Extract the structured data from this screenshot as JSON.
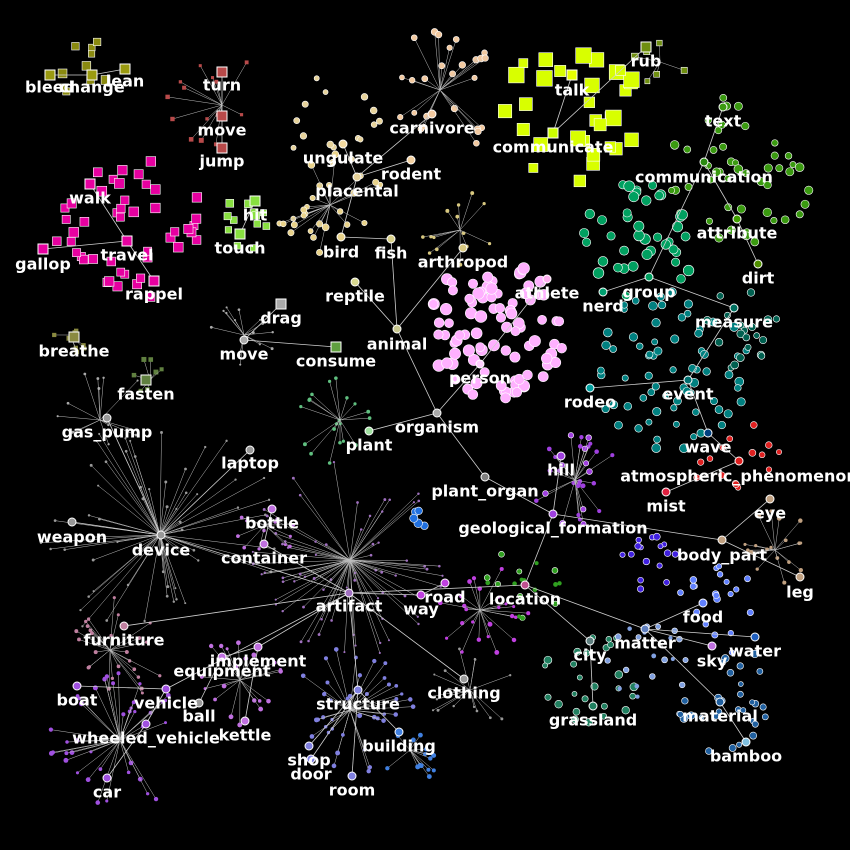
{
  "graph": {
    "background": "#000000",
    "edge_color": "#cfcfcf",
    "nodes": [
      {
        "id": "bleed",
        "label": "bleed",
        "shape": "square",
        "color": "#9a9a10"
      },
      {
        "id": "change",
        "label": "change",
        "shape": "square",
        "color": "#9a9a10"
      },
      {
        "id": "lean",
        "label": "lean",
        "shape": "square",
        "color": "#9a9a10"
      },
      {
        "id": "turn",
        "label": "turn",
        "shape": "square",
        "color": "#b84a4a"
      },
      {
        "id": "move_v",
        "label": "move",
        "shape": "square",
        "color": "#b84a4a"
      },
      {
        "id": "jump",
        "label": "jump",
        "shape": "square",
        "color": "#b84a4a"
      },
      {
        "id": "talk",
        "label": "talk",
        "shape": "square",
        "color": "#e6ff00"
      },
      {
        "id": "rub",
        "label": "rub",
        "shape": "square",
        "color": "#6f8f10"
      },
      {
        "id": "communicate",
        "label": "communicate",
        "shape": "square",
        "color": "#ccff00"
      },
      {
        "id": "carnivore",
        "label": "carnivore",
        "shape": "circle",
        "color": "#f2c9a0"
      },
      {
        "id": "ungulate",
        "label": "ungulate",
        "shape": "circle",
        "color": "#f2d9a0"
      },
      {
        "id": "rodent",
        "label": "rodent",
        "shape": "circle",
        "color": "#f2d0a0"
      },
      {
        "id": "placental",
        "label": "placental",
        "shape": "circle",
        "color": "#e6d29a"
      },
      {
        "id": "text",
        "label": "text",
        "shape": "circle",
        "color": "#3a9a10"
      },
      {
        "id": "communication",
        "label": "communication",
        "shape": "circle",
        "color": "#2a8a10"
      },
      {
        "id": "walk",
        "label": "walk",
        "shape": "square",
        "color": "#e600a0"
      },
      {
        "id": "travel",
        "label": "travel",
        "shape": "square",
        "color": "#e600a0"
      },
      {
        "id": "gallop",
        "label": "gallop",
        "shape": "square",
        "color": "#e600a0"
      },
      {
        "id": "rappel",
        "label": "rappel",
        "shape": "square",
        "color": "#e600a0"
      },
      {
        "id": "hit",
        "label": "hit",
        "shape": "square",
        "color": "#88e040"
      },
      {
        "id": "touch",
        "label": "touch",
        "shape": "square",
        "color": "#88e040"
      },
      {
        "id": "bird",
        "label": "bird",
        "shape": "circle",
        "color": "#e8d28a"
      },
      {
        "id": "fish",
        "label": "fish",
        "shape": "circle",
        "color": "#d8d08a"
      },
      {
        "id": "arthropod",
        "label": "arthropod",
        "shape": "circle",
        "color": "#d8c880"
      },
      {
        "id": "reptile",
        "label": "reptile",
        "shape": "circle",
        "color": "#d8d890"
      },
      {
        "id": "athlete",
        "label": "athlete",
        "shape": "circle",
        "color": "#ffb0f0"
      },
      {
        "id": "attribute",
        "label": "attribute",
        "shape": "circle",
        "color": "#40a000"
      },
      {
        "id": "dirt",
        "label": "dirt",
        "shape": "circle",
        "color": "#509000"
      },
      {
        "id": "group",
        "label": "group",
        "shape": "circle",
        "color": "#00a060"
      },
      {
        "id": "nerd",
        "label": "nerd",
        "shape": "circle",
        "color": "#00a070"
      },
      {
        "id": "measure",
        "label": "measure",
        "shape": "circle",
        "color": "#007060"
      },
      {
        "id": "drag",
        "label": "drag",
        "shape": "square",
        "color": "#aaaaaa"
      },
      {
        "id": "breathe",
        "label": "breathe",
        "shape": "square",
        "color": "#8a8a40"
      },
      {
        "id": "move_n",
        "label": "move",
        "shape": "circle",
        "color": "#aaaaaa"
      },
      {
        "id": "consume",
        "label": "consume",
        "shape": "square",
        "color": "#60a040"
      },
      {
        "id": "animal",
        "label": "animal",
        "shape": "circle",
        "color": "#c8c890"
      },
      {
        "id": "person",
        "label": "person",
        "shape": "circle",
        "color": "#ffd0ff"
      },
      {
        "id": "fasten",
        "label": "fasten",
        "shape": "square",
        "color": "#608040"
      },
      {
        "id": "rodeo",
        "label": "rodeo",
        "shape": "circle",
        "color": "#00a0a0"
      },
      {
        "id": "event",
        "label": "event",
        "shape": "circle",
        "color": "#007070"
      },
      {
        "id": "gas_pump",
        "label": "gas_pump",
        "shape": "circle",
        "color": "#999999"
      },
      {
        "id": "organism",
        "label": "organism",
        "shape": "circle",
        "color": "#aaaaaa"
      },
      {
        "id": "plant",
        "label": "plant",
        "shape": "circle",
        "color": "#a0e0a0"
      },
      {
        "id": "wave",
        "label": "wave",
        "shape": "circle",
        "color": "#004080"
      },
      {
        "id": "laptop",
        "label": "laptop",
        "shape": "circle",
        "color": "#999999"
      },
      {
        "id": "hill",
        "label": "hill",
        "shape": "circle",
        "color": "#a040e0"
      },
      {
        "id": "atmospheric",
        "label": "atmospheric_phenomenon",
        "shape": "circle",
        "color": "#e02020"
      },
      {
        "id": "plant_organ",
        "label": "plant_organ",
        "shape": "circle",
        "color": "#808080"
      },
      {
        "id": "mist",
        "label": "mist",
        "shape": "circle",
        "color": "#e02040"
      },
      {
        "id": "bottle",
        "label": "bottle",
        "shape": "circle",
        "color": "#c070e0"
      },
      {
        "id": "eye",
        "label": "eye",
        "shape": "circle",
        "color": "#c0a080"
      },
      {
        "id": "geological",
        "label": "geological_formation",
        "shape": "circle",
        "color": "#a040e0"
      },
      {
        "id": "weapon",
        "label": "weapon",
        "shape": "circle",
        "color": "#999999"
      },
      {
        "id": "device",
        "label": "device",
        "shape": "circle",
        "color": "#999999"
      },
      {
        "id": "container",
        "label": "container",
        "shape": "circle",
        "color": "#c070e0"
      },
      {
        "id": "body_part",
        "label": "body_part",
        "shape": "circle",
        "color": "#c0a080"
      },
      {
        "id": "leg",
        "label": "leg",
        "shape": "circle",
        "color": "#c0a080"
      },
      {
        "id": "road",
        "label": "road",
        "shape": "circle",
        "color": "#c040e0"
      },
      {
        "id": "location",
        "label": "location",
        "shape": "circle",
        "color": "#c05090"
      },
      {
        "id": "artifact",
        "label": "artifact",
        "shape": "circle",
        "color": "#a070c0"
      },
      {
        "id": "way",
        "label": "way",
        "shape": "circle",
        "color": "#c040e0"
      },
      {
        "id": "food",
        "label": "food",
        "shape": "circle",
        "color": "#6080ff"
      },
      {
        "id": "furniture",
        "label": "furniture",
        "shape": "circle",
        "color": "#c080a0"
      },
      {
        "id": "matter",
        "label": "matter",
        "shape": "circle",
        "color": "#6080c0"
      },
      {
        "id": "city",
        "label": "city",
        "shape": "circle",
        "color": "#608080"
      },
      {
        "id": "sky",
        "label": "sky",
        "shape": "circle",
        "color": "#c070e0"
      },
      {
        "id": "water",
        "label": "water",
        "shape": "circle",
        "color": "#2060c0"
      },
      {
        "id": "implement",
        "label": "implement",
        "shape": "circle",
        "color": "#c070e0"
      },
      {
        "id": "equipment",
        "label": "equipment",
        "shape": "circle",
        "color": "#c070e0"
      },
      {
        "id": "boat",
        "label": "boat",
        "shape": "circle",
        "color": "#a050e0"
      },
      {
        "id": "vehicle",
        "label": "vehicle",
        "shape": "circle",
        "color": "#a050e0"
      },
      {
        "id": "clothing",
        "label": "clothing",
        "shape": "circle",
        "color": "#999999"
      },
      {
        "id": "ball",
        "label": "ball",
        "shape": "circle",
        "color": "#999999"
      },
      {
        "id": "structure",
        "label": "structure",
        "shape": "circle",
        "color": "#8080e0"
      },
      {
        "id": "grassland",
        "label": "grassland",
        "shape": "circle",
        "color": "#208060"
      },
      {
        "id": "material",
        "label": "material",
        "shape": "circle",
        "color": "#2060a0"
      },
      {
        "id": "kettle",
        "label": "kettle",
        "shape": "circle",
        "color": "#c070e0"
      },
      {
        "id": "wheeled_vehicle",
        "label": "wheeled_vehicle",
        "shape": "circle",
        "color": "#a050e0"
      },
      {
        "id": "building",
        "label": "building",
        "shape": "circle",
        "color": "#4080e0"
      },
      {
        "id": "bamboo",
        "label": "bamboo",
        "shape": "circle",
        "color": "#80c0e0"
      },
      {
        "id": "shop",
        "label": "shop",
        "shape": "circle",
        "color": "#8080e0"
      },
      {
        "id": "door",
        "label": "door",
        "shape": "circle",
        "color": "#8080e0"
      },
      {
        "id": "room",
        "label": "room",
        "shape": "circle",
        "color": "#8080e0"
      },
      {
        "id": "car",
        "label": "car",
        "shape": "circle",
        "color": "#a050e0"
      }
    ],
    "edges": [
      [
        "bleed",
        "change"
      ],
      [
        "change",
        "lean"
      ],
      [
        "turn",
        "move_v"
      ],
      [
        "move_v",
        "jump"
      ],
      [
        "talk",
        "communicate"
      ],
      [
        "rub",
        "communicate"
      ],
      [
        "carnivore",
        "placental"
      ],
      [
        "ungulate",
        "placental"
      ],
      [
        "rodent",
        "placental"
      ],
      [
        "placental",
        "bird"
      ],
      [
        "bird",
        "fish"
      ],
      [
        "fish",
        "animal"
      ],
      [
        "arthropod",
        "animal"
      ],
      [
        "reptile",
        "animal"
      ],
      [
        "text",
        "communication"
      ],
      [
        "communication",
        "attribute"
      ],
      [
        "attribute",
        "dirt"
      ],
      [
        "communication",
        "group"
      ],
      [
        "group",
        "nerd"
      ],
      [
        "group",
        "measure"
      ],
      [
        "measure",
        "event"
      ],
      [
        "event",
        "rodeo"
      ],
      [
        "walk",
        "travel"
      ],
      [
        "gallop",
        "travel"
      ],
      [
        "rappel",
        "travel"
      ],
      [
        "hit",
        "touch"
      ],
      [
        "drag",
        "move_n"
      ],
      [
        "consume",
        "move_n"
      ],
      [
        "athlete",
        "person"
      ],
      [
        "animal",
        "organism"
      ],
      [
        "person",
        "organism"
      ],
      [
        "plant",
        "organism"
      ],
      [
        "organism",
        "plant_organ"
      ],
      [
        "plant_organ",
        "geological"
      ],
      [
        "hill",
        "geological"
      ],
      [
        "geological",
        "location"
      ],
      [
        "location",
        "artifact"
      ],
      [
        "geological",
        "body_part"
      ],
      [
        "body_part",
        "eye"
      ],
      [
        "body_part",
        "leg"
      ],
      [
        "wave",
        "atmospheric"
      ],
      [
        "atmospheric",
        "mist"
      ],
      [
        "event",
        "wave"
      ],
      [
        "gas_pump",
        "device"
      ],
      [
        "laptop",
        "device"
      ],
      [
        "weapon",
        "device"
      ],
      [
        "device",
        "artifact"
      ],
      [
        "bottle",
        "container"
      ],
      [
        "container",
        "artifact"
      ],
      [
        "road",
        "way"
      ],
      [
        "way",
        "artifact"
      ],
      [
        "furniture",
        "artifact"
      ],
      [
        "implement",
        "artifact"
      ],
      [
        "equipment",
        "implement"
      ],
      [
        "ball",
        "equipment"
      ],
      [
        "kettle",
        "implement"
      ],
      [
        "boat",
        "vehicle"
      ],
      [
        "vehicle",
        "artifact"
      ],
      [
        "wheeled_vehicle",
        "vehicle"
      ],
      [
        "car",
        "wheeled_vehicle"
      ],
      [
        "structure",
        "artifact"
      ],
      [
        "building",
        "structure"
      ],
      [
        "shop",
        "structure"
      ],
      [
        "door",
        "structure"
      ],
      [
        "room",
        "structure"
      ],
      [
        "clothing",
        "artifact"
      ],
      [
        "matter",
        "food"
      ],
      [
        "matter",
        "water"
      ],
      [
        "matter",
        "sky"
      ],
      [
        "matter",
        "material"
      ],
      [
        "material",
        "bamboo"
      ],
      [
        "city",
        "location"
      ],
      [
        "grassland",
        "city"
      ],
      [
        "matter",
        "location"
      ]
    ]
  }
}
